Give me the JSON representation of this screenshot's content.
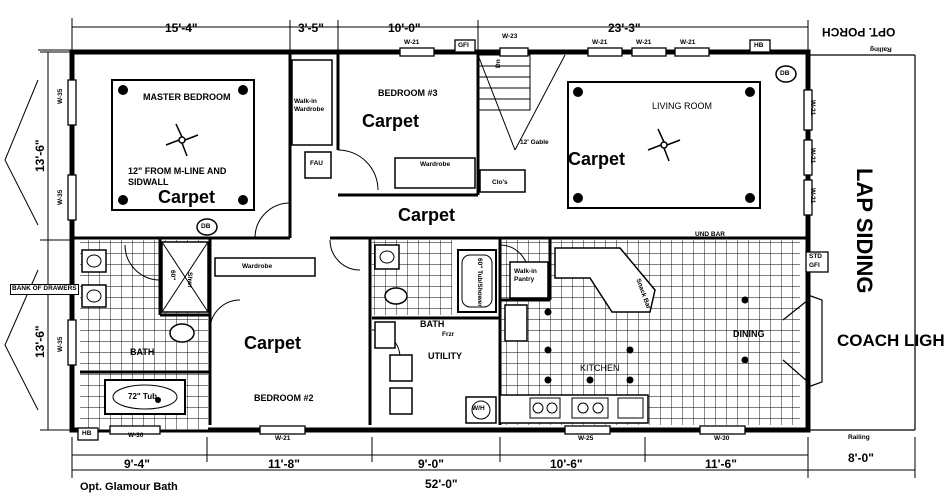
{
  "top_dims": [
    "15'-4\"",
    "3'-5\"",
    "10'-0\"",
    "23'-3\""
  ],
  "bottom_dims": [
    "9'-4\"",
    "11'-8\"",
    "9'-0\"",
    "10'-6\"",
    "11'-6\"",
    "8'-0\""
  ],
  "overall_length": "52'-0\"",
  "left_dims": [
    "13'-6\"",
    "13'-6\""
  ],
  "porch_label": "OPT. PORCH",
  "lap_siding": "LAP SIDING",
  "coach_light": "COACH LIGH",
  "glamour_bath": "Opt. Glamour Bath",
  "rooms": {
    "master": "MASTER BEDROOM",
    "bed3": "BEDROOM #3",
    "bed2": "BEDROOM #2",
    "living": "LIVING ROOM",
    "bath1": "BATH",
    "bath2": "BATH",
    "utility": "UTILITY",
    "kitchen": "KITCHEN",
    "dining": "DINING",
    "snack_bar": "Snack Bar",
    "walkin_wardrobe": "Walk-in Wardrobe",
    "wardrobe": "Wardrobe",
    "wardrobe2": "Wardrobe",
    "walkin_pantry": "Walk-in Pantry",
    "fau": "FAU",
    "gable": "12' Gable",
    "closet": "Clo's",
    "tub_shower": "60\" Tub/Shower",
    "shower": "Shwr",
    "tub": "72\" Tub",
    "frzr": "Frzr",
    "wh": "W/H",
    "und_bar": "UND BAR",
    "dn": "Dn",
    "sixty": "60\""
  },
  "carpet": "Carpet",
  "note_mline": "12\" FROM M-LINE AND SIDWALL",
  "windows": {
    "w21": "W-21",
    "w23": "W-23",
    "w35": "W-35",
    "w25": "W-25",
    "w30": "W-30"
  },
  "badges": {
    "gfi": "GFI",
    "hb": "HB",
    "db": "DB",
    "std": "STD",
    "gfi2": "GFI"
  },
  "railing": "Railing",
  "bank_cabinet": "BANK OF DRAWERS"
}
